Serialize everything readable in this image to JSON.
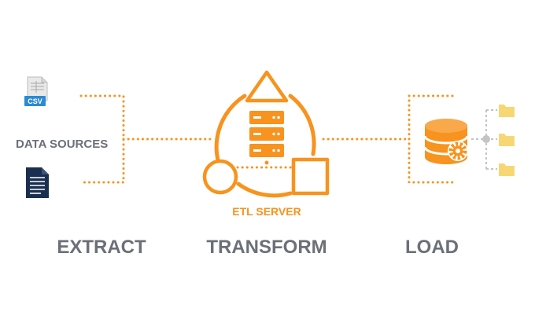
{
  "colors": {
    "accent": "#f7931e",
    "label_gray": "#6b7078",
    "doc_navy": "#1a2f4f",
    "csv_blue": "#2a8ad4",
    "folder_yellow": "#f7d774",
    "connector_gray": "#c4c4c4"
  },
  "labels": {
    "csv_badge": "CSV",
    "data_sources": "DATA SOURCES",
    "etl_server": "ETL SERVER",
    "extract": "EXTRACT",
    "transform": "TRANSFORM",
    "load": "LOAD"
  },
  "icons": {
    "csv_file": "csv-file-icon",
    "document": "document-icon",
    "server": "server-icon",
    "triangle": "triangle-shape",
    "circle": "circle-shape",
    "square": "square-shape",
    "database": "database-gear-icon",
    "folder": "folder-icon"
  }
}
